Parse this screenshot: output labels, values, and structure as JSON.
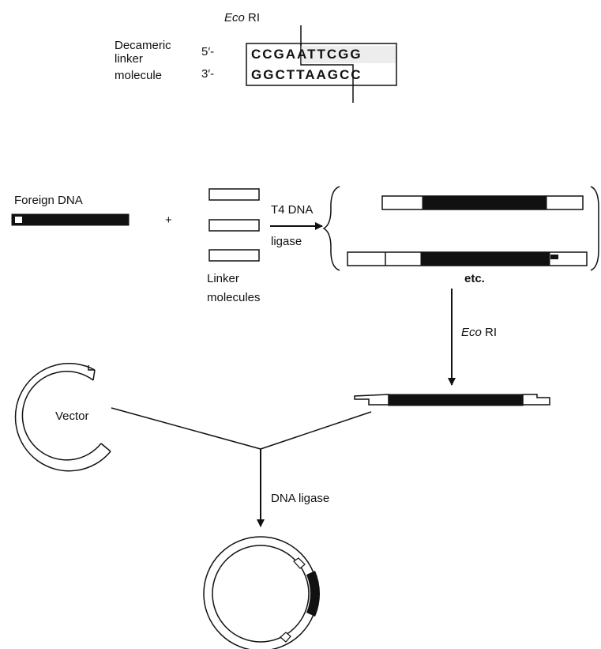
{
  "linker": {
    "enzyme_label": "Eco RI",
    "title_lines": [
      "Decameric",
      "linker",
      "molecule"
    ],
    "end_top": "5′-",
    "end_bottom": "3′-",
    "seq_top": "CCGAATTCGG",
    "seq_bottom": "GGCTTAAGCC"
  },
  "labels": {
    "foreign_dna": "Foreign DNA",
    "plus": "+",
    "t4_ligase_line1": "T4 DNA",
    "t4_ligase_line2": "ligase",
    "linker_molecules_line1": "Linker",
    "linker_molecules_line2": "molecules",
    "etc": "etc.",
    "eco_ri_italic": "Eco",
    "eco_ri_rest": " RI",
    "vector": "Vector",
    "dna_ligase": "DNA ligase"
  }
}
